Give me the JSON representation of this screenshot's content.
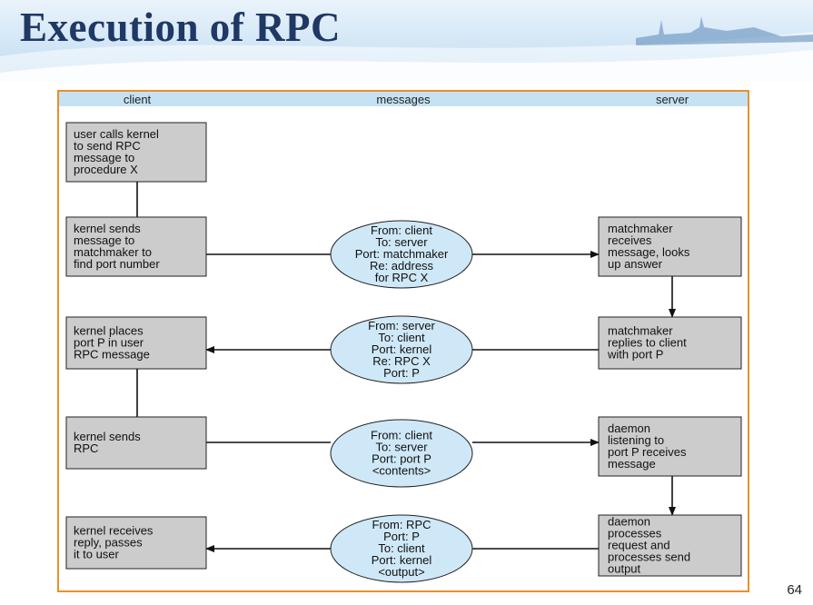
{
  "slide": {
    "title": "Execution of RPC",
    "page_number": "64"
  },
  "diagram": {
    "columns": {
      "client": "client",
      "messages": "messages",
      "server": "server"
    },
    "client_boxes": [
      {
        "lines": [
          "user calls kernel",
          "to send RPC",
          "message to",
          "procedure X"
        ],
        "italic_word": "X"
      },
      {
        "lines": [
          "kernel sends",
          "message to",
          "matchmaker to",
          "find port number"
        ]
      },
      {
        "lines": [
          "kernel places",
          "port P in user",
          "RPC message"
        ],
        "italic_word": "P"
      },
      {
        "lines": [
          "kernel sends",
          "RPC"
        ]
      },
      {
        "lines": [
          "kernel receives",
          "reply, passes",
          "it to user"
        ]
      }
    ],
    "messages": [
      {
        "lines": [
          "From: client",
          "To: server",
          "Port: matchmaker",
          "Re: address",
          "for RPC X"
        ],
        "direction": "to-server"
      },
      {
        "lines": [
          "From: server",
          "To: client",
          "Port: kernel",
          "Re: RPC X",
          "Port: P"
        ],
        "direction": "to-client"
      },
      {
        "lines": [
          "From: client",
          "To: server",
          "Port: port P",
          "<contents>"
        ],
        "direction": "to-server"
      },
      {
        "lines": [
          "From: RPC",
          "Port: P",
          "To: client",
          "Port: kernel",
          "<output>"
        ],
        "direction": "to-client"
      }
    ],
    "server_boxes": [
      {
        "lines": [
          "matchmaker",
          "receives",
          "message, looks",
          "up answer"
        ]
      },
      {
        "lines": [
          "matchmaker",
          "replies to client",
          "with port P"
        ]
      },
      {
        "lines": [
          "daemon",
          "listening to",
          "port P receives",
          "message"
        ]
      },
      {
        "lines": [
          "daemon",
          "processes",
          "request and",
          "processes send",
          "output"
        ]
      }
    ]
  }
}
